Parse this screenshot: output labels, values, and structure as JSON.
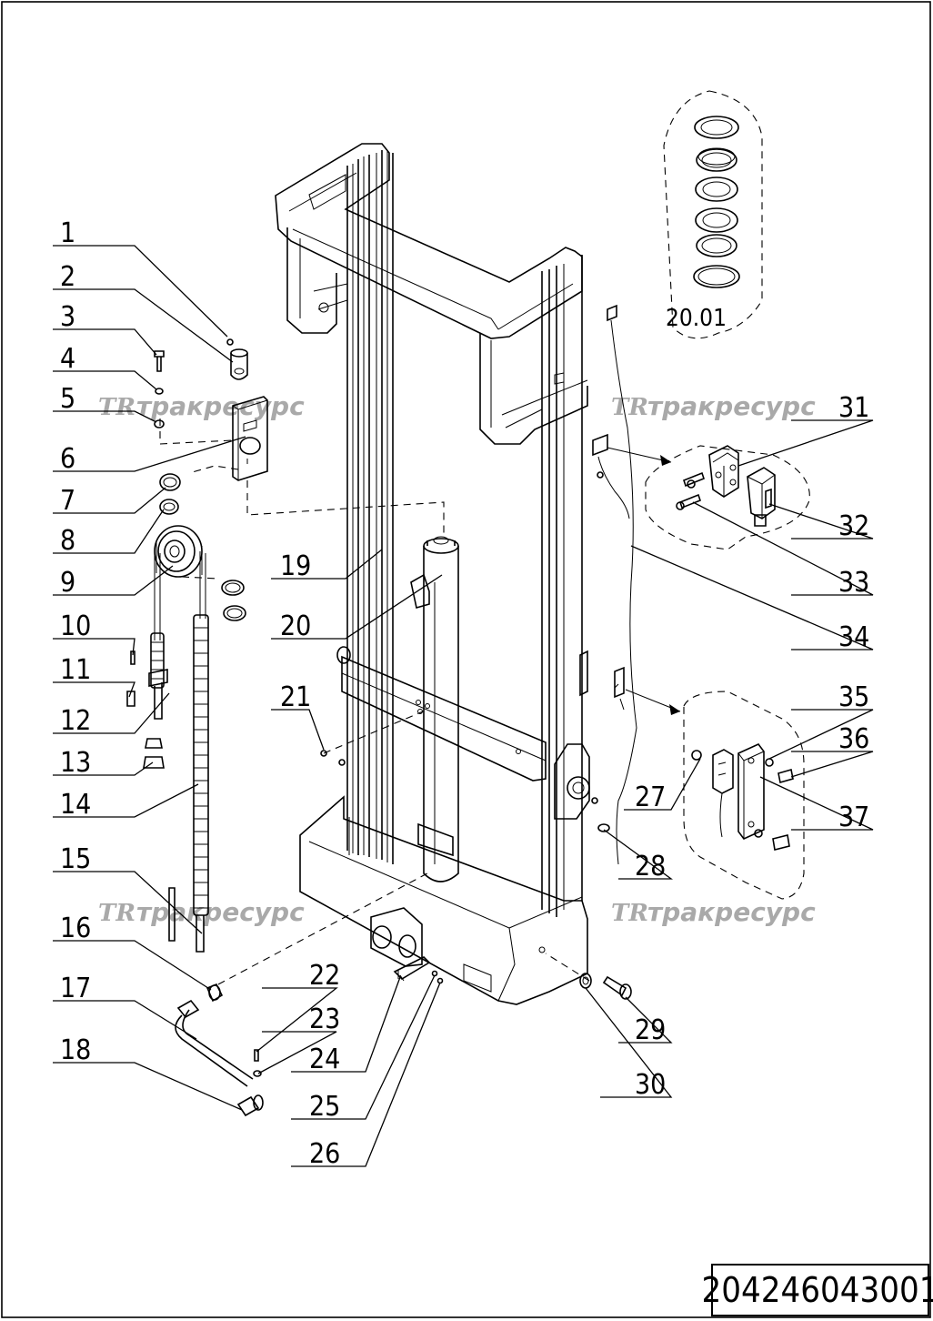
{
  "drawing_code": "204246043001",
  "watermark": {
    "logo": "TR",
    "text": "тракресурс"
  },
  "callouts": [
    {
      "id": "c1",
      "text": "1"
    },
    {
      "id": "c2",
      "text": "2"
    },
    {
      "id": "c3",
      "text": "3"
    },
    {
      "id": "c4",
      "text": "4"
    },
    {
      "id": "c5",
      "text": "5"
    },
    {
      "id": "c6",
      "text": "6"
    },
    {
      "id": "c7",
      "text": "7"
    },
    {
      "id": "c8",
      "text": "8"
    },
    {
      "id": "c9",
      "text": "9"
    },
    {
      "id": "c10",
      "text": "10"
    },
    {
      "id": "c11",
      "text": "11"
    },
    {
      "id": "c12",
      "text": "12"
    },
    {
      "id": "c13",
      "text": "13"
    },
    {
      "id": "c14",
      "text": "14"
    },
    {
      "id": "c15",
      "text": "15"
    },
    {
      "id": "c16",
      "text": "16"
    },
    {
      "id": "c17",
      "text": "17"
    },
    {
      "id": "c18",
      "text": "18"
    },
    {
      "id": "c19",
      "text": "19"
    },
    {
      "id": "c20",
      "text": "20"
    },
    {
      "id": "c21",
      "text": "21"
    },
    {
      "id": "c22",
      "text": "22"
    },
    {
      "id": "c23",
      "text": "23"
    },
    {
      "id": "c24",
      "text": "24"
    },
    {
      "id": "c25",
      "text": "25"
    },
    {
      "id": "c26",
      "text": "26"
    },
    {
      "id": "c27",
      "text": "27"
    },
    {
      "id": "c28",
      "text": "28"
    },
    {
      "id": "c29",
      "text": "29"
    },
    {
      "id": "c30",
      "text": "30"
    },
    {
      "id": "c31",
      "text": "31"
    },
    {
      "id": "c32",
      "text": "32"
    },
    {
      "id": "c33",
      "text": "33"
    },
    {
      "id": "c34",
      "text": "34"
    },
    {
      "id": "c35",
      "text": "35"
    },
    {
      "id": "c36",
      "text": "36"
    },
    {
      "id": "c37",
      "text": "37"
    },
    {
      "id": "c2001",
      "text": "20.01"
    }
  ]
}
